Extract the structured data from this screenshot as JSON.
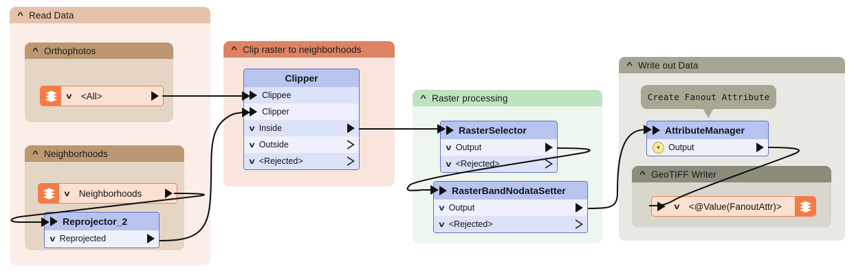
{
  "groups": {
    "read_data": {
      "title": "Read Data",
      "caret": "^"
    },
    "orthophotos": {
      "title": "Orthophotos",
      "caret": "^"
    },
    "neighborhoods": {
      "title": "Neighborhoods",
      "caret": "^"
    },
    "clip_raster": {
      "title": "Clip raster to neighborhoods",
      "caret": "^"
    },
    "raster_processing": {
      "title": "Raster processing",
      "caret": "^"
    },
    "write_out_data": {
      "title": "Write out Data",
      "caret": "^"
    },
    "geotiff_writer": {
      "title": "GeoTIFF Writer",
      "caret": "^"
    }
  },
  "feature_types": {
    "all": {
      "label": "<All>",
      "caret": "v",
      "icon": "layers-stack-icon"
    },
    "neighborhoods": {
      "label": "Neighborhoods",
      "caret": "v",
      "icon": "layers-stack-icon"
    },
    "fanout": {
      "label": "<@Value(FanoutAttr)>",
      "caret": "v",
      "icon": "layers-stack-icon"
    }
  },
  "nodes": {
    "clipper": {
      "title": "Clipper",
      "ports": [
        {
          "name": "Clippee",
          "dir": "in",
          "arrow": "solid"
        },
        {
          "name": "Clipper",
          "dir": "in",
          "arrow": "solid"
        },
        {
          "name": "Inside",
          "dir": "out",
          "arrow": "solid",
          "caret": "v"
        },
        {
          "name": "Outside",
          "dir": "out",
          "arrow": "hollow",
          "caret": "v"
        },
        {
          "name": "<Rejected>",
          "dir": "out",
          "arrow": "hollow",
          "caret": "v"
        }
      ]
    },
    "reprojector_2": {
      "title": "Reprojector_2",
      "ports": [
        {
          "name": "Reprojected",
          "dir": "out",
          "arrow": "solid",
          "caret": "v"
        }
      ]
    },
    "raster_selector": {
      "title": "RasterSelector",
      "ports": [
        {
          "name": "Output",
          "dir": "out",
          "arrow": "solid",
          "caret": "v"
        },
        {
          "name": "<Rejected>",
          "dir": "out",
          "arrow": "hollow",
          "caret": "v"
        }
      ]
    },
    "raster_band_nodata_setter": {
      "title": "RasterBandNodataSetter",
      "ports": [
        {
          "name": "Output",
          "dir": "out",
          "arrow": "solid",
          "caret": "v"
        },
        {
          "name": "<Rejected>",
          "dir": "out",
          "arrow": "hollow",
          "caret": "v"
        }
      ]
    },
    "attribute_manager": {
      "title": "AttributeManager",
      "ports": [
        {
          "name": "Output",
          "dir": "out",
          "arrow": "solid",
          "caret": "conditional"
        }
      ]
    }
  },
  "annotations": {
    "fanout": {
      "text": "Create Fanout Attribute"
    }
  },
  "colors": {
    "reader_orange": "#f47b45",
    "transformer_blue": "#b8c4f0",
    "group_read": "#fbeee8",
    "group_clip": "#fae5dc",
    "group_raster": "#edf7ed",
    "group_write": "#e9e9e3",
    "wire": "#111111"
  }
}
